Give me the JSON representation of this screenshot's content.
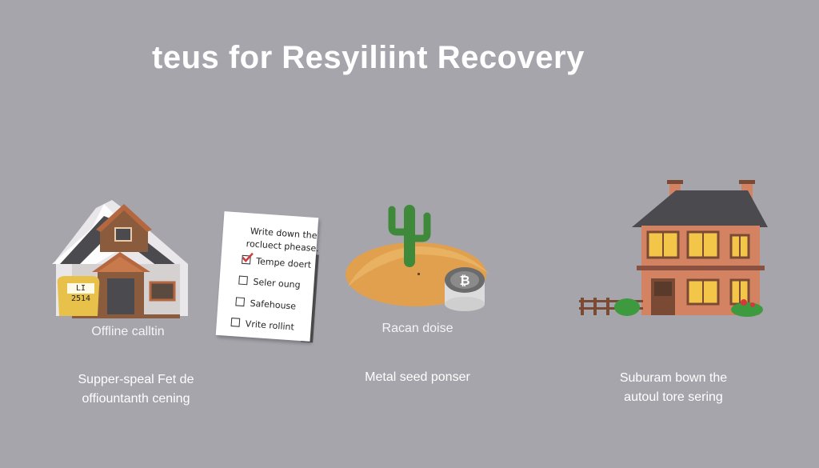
{
  "title": "teus for Resyiliint Recovery",
  "panels": [
    {
      "caption": "Offline calltin",
      "description_lines": [
        "Supper-speal Fet de",
        "offiountanth cening"
      ],
      "sign_label": "LI 2514"
    },
    {
      "checklist": {
        "header_lines": [
          "Write down the",
          "rocluect phease."
        ],
        "items": [
          {
            "label": "Tempe doert",
            "checked": true
          },
          {
            "label": "Seler oung",
            "checked": false
          },
          {
            "label": "Safehouse",
            "checked": false
          },
          {
            "label": "Vrite rollint",
            "checked": false
          }
        ]
      }
    },
    {
      "caption": "Racan doise",
      "description_lines": [
        "Metal seed ponser"
      ]
    },
    {
      "description_lines": [
        "Suburam bown the",
        "autoul tore sering"
      ]
    }
  ],
  "colors": {
    "background": "#a7a5ac",
    "roof_dark": "#4b4b4f",
    "wood": "#b5673f",
    "sand": "#e0a04e",
    "cactus": "#3f8a3a",
    "brick": "#d48362",
    "window": "#f3c64a",
    "check_red": "#d23a3a",
    "bush": "#3e9a3e"
  }
}
